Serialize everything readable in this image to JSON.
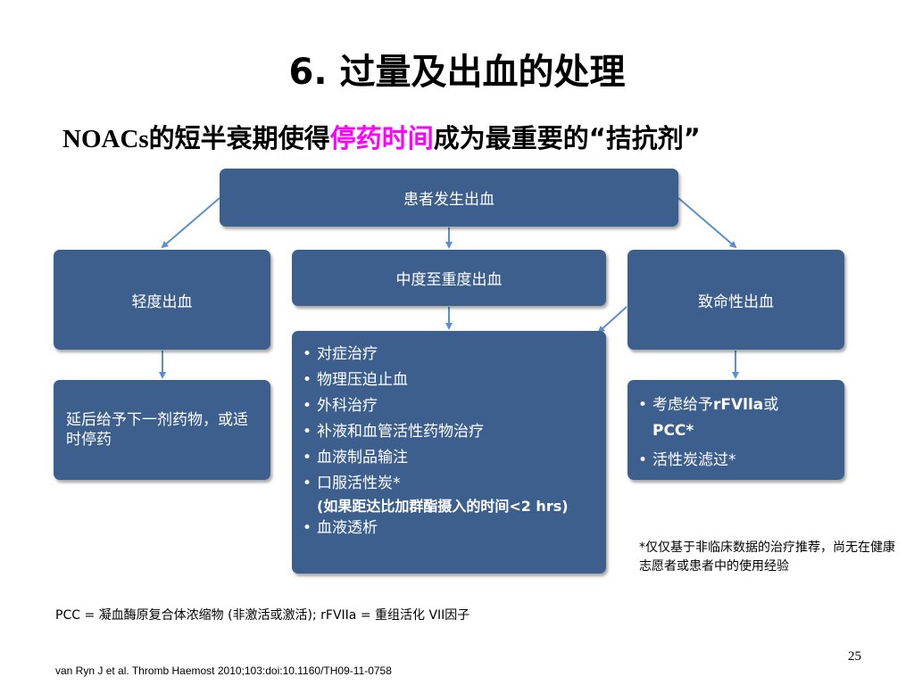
{
  "title": "6. 过量及出血的处理",
  "subtitle": {
    "part1": "NOACs",
    "part2": "的短半衰期使得",
    "highlight": "停药时间",
    "part3": "成为最重要的“拮抗剂”"
  },
  "nodes": {
    "root": "患者发生出血",
    "mild": "轻度出血",
    "moderate": "中度至重度出血",
    "fatal": "致命性出血",
    "mild_action": "延后给予下一剂药物，或适时停药",
    "moderate_actions": [
      "对症治疗",
      "物理压迫止血",
      "外科治疗",
      "补液和血管活性药物治疗",
      "血液制品输注",
      "口服活性炭*"
    ],
    "moderate_sub": "(如果距达比加群酯摄入的时间<2 hrs)",
    "moderate_last": "血液透析",
    "fatal_actions": {
      "item1_prefix": "考虑给予",
      "item1_bold": "rFVlla",
      "item1_suffix": "或",
      "item1_line2": "PCC*",
      "item2": "活性炭滤过*"
    }
  },
  "footnote": "*仅仅基于非临床数据的治疗推荐，尚无在健康志愿者或患者中的使用经验",
  "abbreviations": "PCC = 凝血酶原复合体浓缩物 (非激活或激活); rFVIIa = 重组活化 VII因子",
  "page_number": "25",
  "reference": "van Ryn J et al. Thromb Haemost 2010;103:doi:10.1160/TH09-11-0758",
  "colors": {
    "box": "#3d5f8e",
    "arrow": "#5b8fd0",
    "highlight": "#ff00ff"
  }
}
